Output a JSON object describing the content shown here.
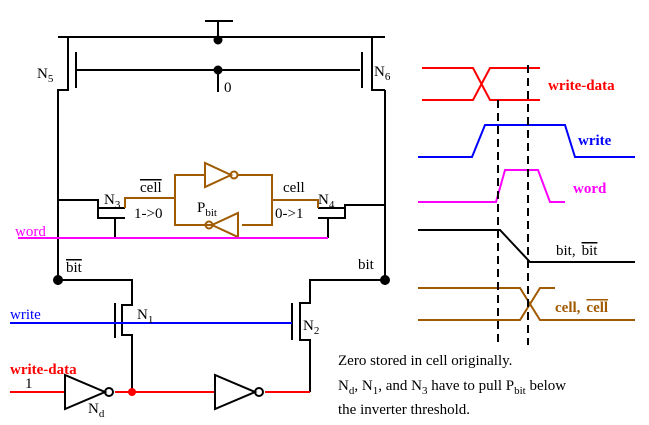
{
  "labels": {
    "n5": "N",
    "n5_sub": "5",
    "n6": "N",
    "n6_sub": "6",
    "zero_node": "0",
    "n3": "N",
    "n3_sub": "3",
    "n4": "N",
    "n4_sub": "4",
    "cell_bar": "cell",
    "cell": "cell",
    "trans_left": "1->0",
    "trans_right": "0->1",
    "pbit": "P",
    "pbit_sub": "bit",
    "word": "word",
    "bit_bar": "bit",
    "bit": "bit",
    "write": "write",
    "n1": "N",
    "n1_sub": "1",
    "n2": "N",
    "n2_sub": "2",
    "write_data": "write-data",
    "one": "1",
    "nd": "N",
    "nd_sub": "d"
  },
  "timing": {
    "write_data": "write-data",
    "write": "write",
    "word": "word",
    "bit_a": "bit,",
    "bit_b": "bit",
    "cell_a": "cell,",
    "cell_b": "cell"
  },
  "note": {
    "line1": "Zero stored in cell originally.",
    "l2_n": "N",
    "l2_d": "d",
    "l2_mid1": ", N",
    "l2_1": "1",
    "l2_mid2": ", and N",
    "l2_3": "3",
    "l2_mid3": " have to pull P",
    "l2_bit": "bit",
    "l2_end": " below",
    "line3": "the inverter threshold."
  },
  "colors": {
    "red": "#ff0000",
    "blue": "#0000ff",
    "magenta": "#ff00ff",
    "brown": "#a05a00",
    "black": "#000000"
  }
}
